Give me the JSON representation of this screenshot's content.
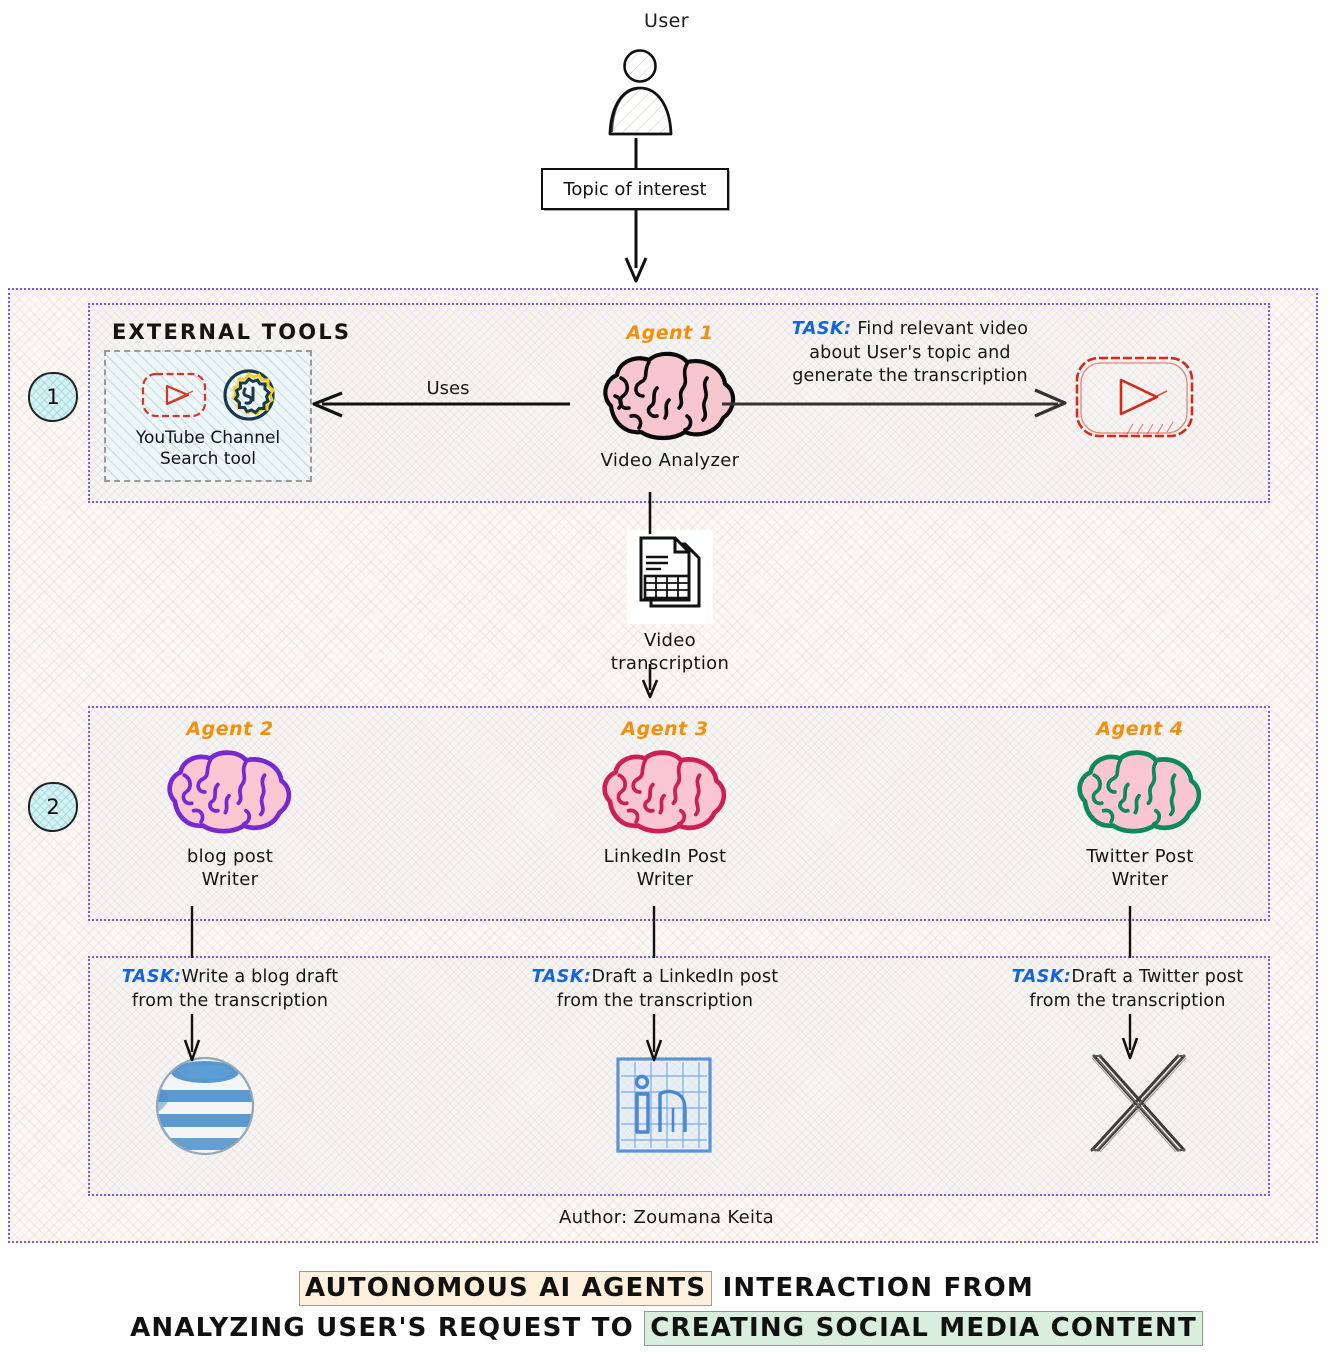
{
  "user": {
    "label": "User",
    "icon": "person-icon"
  },
  "topic_box": {
    "label": "Topic of interest"
  },
  "steps": [
    {
      "number": "1"
    },
    {
      "number": "2"
    }
  ],
  "stage1": {
    "external_tools_title": "EXTERNAL TOOLS",
    "tool": {
      "caption_line1": "YouTube Channel",
      "caption_line2": "Search tool",
      "icons": [
        "youtube-icon",
        "search-gear-icon"
      ]
    },
    "uses_label": "Uses",
    "agent": {
      "tag": "Agent 1",
      "name": "Video Analyzer",
      "brain_color": "#000000",
      "brain_fill": "#f7c6cf"
    },
    "task": {
      "prefix": "TASK:",
      "line1": " Find relevant video",
      "line2": "about User's topic and",
      "line3": "generate the transcription"
    },
    "target_icon": "youtube-icon",
    "target_icon_color": "#d32b1e"
  },
  "transcription": {
    "icon": "document-table-icon",
    "label_line1": "Video",
    "label_line2": "transcription"
  },
  "stage2": {
    "agents": [
      {
        "tag": "Agent 2",
        "name_line1": "blog post",
        "name_line2": "Writer",
        "brain_color": "#7729d1",
        "brain_fill": "#f9c6d1",
        "task_prefix": "TASK:",
        "task_line1": "Write a blog draft",
        "task_line2": "from the transcription",
        "output_icon": "blog-globe-icon",
        "output_icon_color": "#3d82c4"
      },
      {
        "tag": "Agent 3",
        "name_line1": "LinkedIn Post",
        "name_line2": "Writer",
        "brain_color": "#cc1f55",
        "brain_fill": "#f9c6d1",
        "task_prefix": "TASK:",
        "task_line1": "Draft a LinkedIn post",
        "task_line2": "from the transcription",
        "output_icon": "linkedin-icon",
        "output_icon_color": "#4a8fe0"
      },
      {
        "tag": "Agent 4",
        "name_line1": "Twitter Post",
        "name_line2": "Writer",
        "brain_color": "#0c8a5c",
        "brain_fill": "#f9c6d1",
        "task_prefix": "TASK:",
        "task_line1": "Draft a Twitter post",
        "task_line2": "from the transcription",
        "output_icon": "x-twitter-icon",
        "output_icon_color": "#4a4a4a"
      }
    ]
  },
  "author": "Author: Zoumana Keita",
  "title": {
    "line1_hl": "AUTONOMOUS AI AGENTS",
    "line1_rest": "INTERACTION FROM",
    "line2_pre": "ANALYZING USER'S REQUEST TO",
    "line2_hl": "CREATING SOCIAL MEDIA CONTENT"
  },
  "colors": {
    "frame_dotted": "#7b5ae0",
    "agent_tag": "#f2900d",
    "task_keyword": "#1565d8"
  }
}
